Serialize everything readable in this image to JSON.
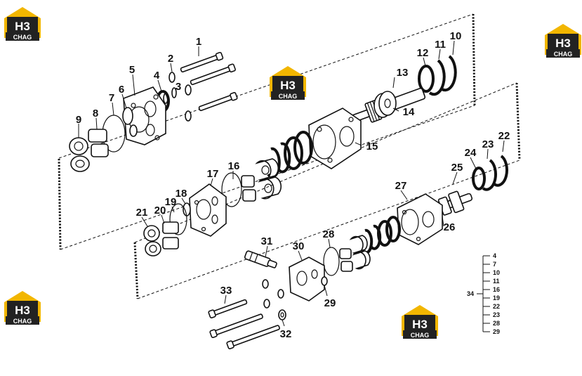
{
  "logo": {
    "mark": "H3",
    "word": "CHAG",
    "colors": {
      "brand_yellow": "#f2b600",
      "mark_white": "#ffffff",
      "word_white": "#ffffff",
      "dark": "#222222"
    }
  },
  "callouts": [
    "1",
    "2",
    "3",
    "4",
    "5",
    "6",
    "7",
    "8",
    "9",
    "10",
    "11",
    "12",
    "13",
    "14",
    "15",
    "16",
    "17",
    "18",
    "19",
    "20",
    "21",
    "22",
    "23",
    "24",
    "25",
    "26",
    "27",
    "28",
    "29",
    "30",
    "31",
    "32",
    "33"
  ],
  "kit": {
    "label": "34",
    "items": [
      "4",
      "7",
      "10",
      "11",
      "16",
      "19",
      "22",
      "23",
      "28",
      "29"
    ]
  }
}
